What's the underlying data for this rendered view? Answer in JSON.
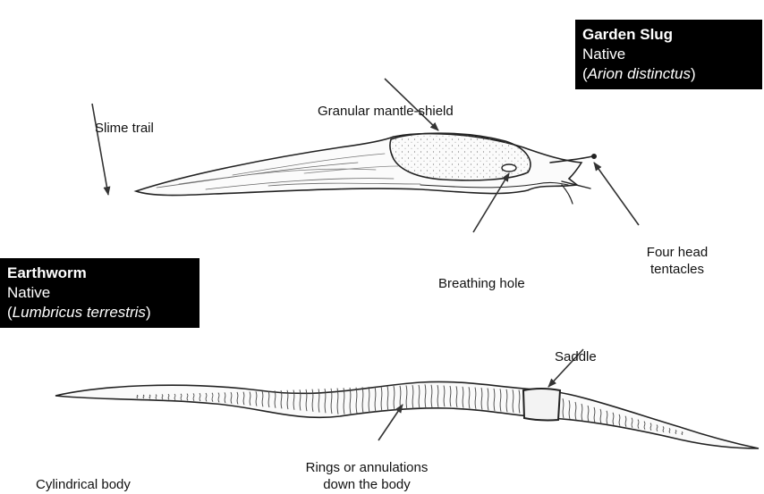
{
  "slug": {
    "box": {
      "title": "Garden Slug",
      "status": "Native",
      "paren_open": "(",
      "scientific_name": "Arion distinctus",
      "paren_close": ")"
    },
    "labels": {
      "slime_trail": "Slime trail",
      "mantle": "Granular mantle-shield",
      "breathing_hole": "Breathing hole",
      "tentacles_line1": "Four head",
      "tentacles_line2": "tentacles"
    }
  },
  "worm": {
    "box": {
      "title": "Earthworm",
      "status": "Native",
      "paren_open": "(",
      "scientific_name": "Lumbricus terrestris",
      "paren_close": ")"
    },
    "labels": {
      "saddle": "Saddle",
      "rings_line1": "Rings or annulations",
      "rings_line2": "down the body",
      "cylindrical": "Cylindrical body"
    }
  },
  "colors": {
    "box_bg": "#000000",
    "box_text": "#ffffff",
    "ink": "#222222"
  }
}
